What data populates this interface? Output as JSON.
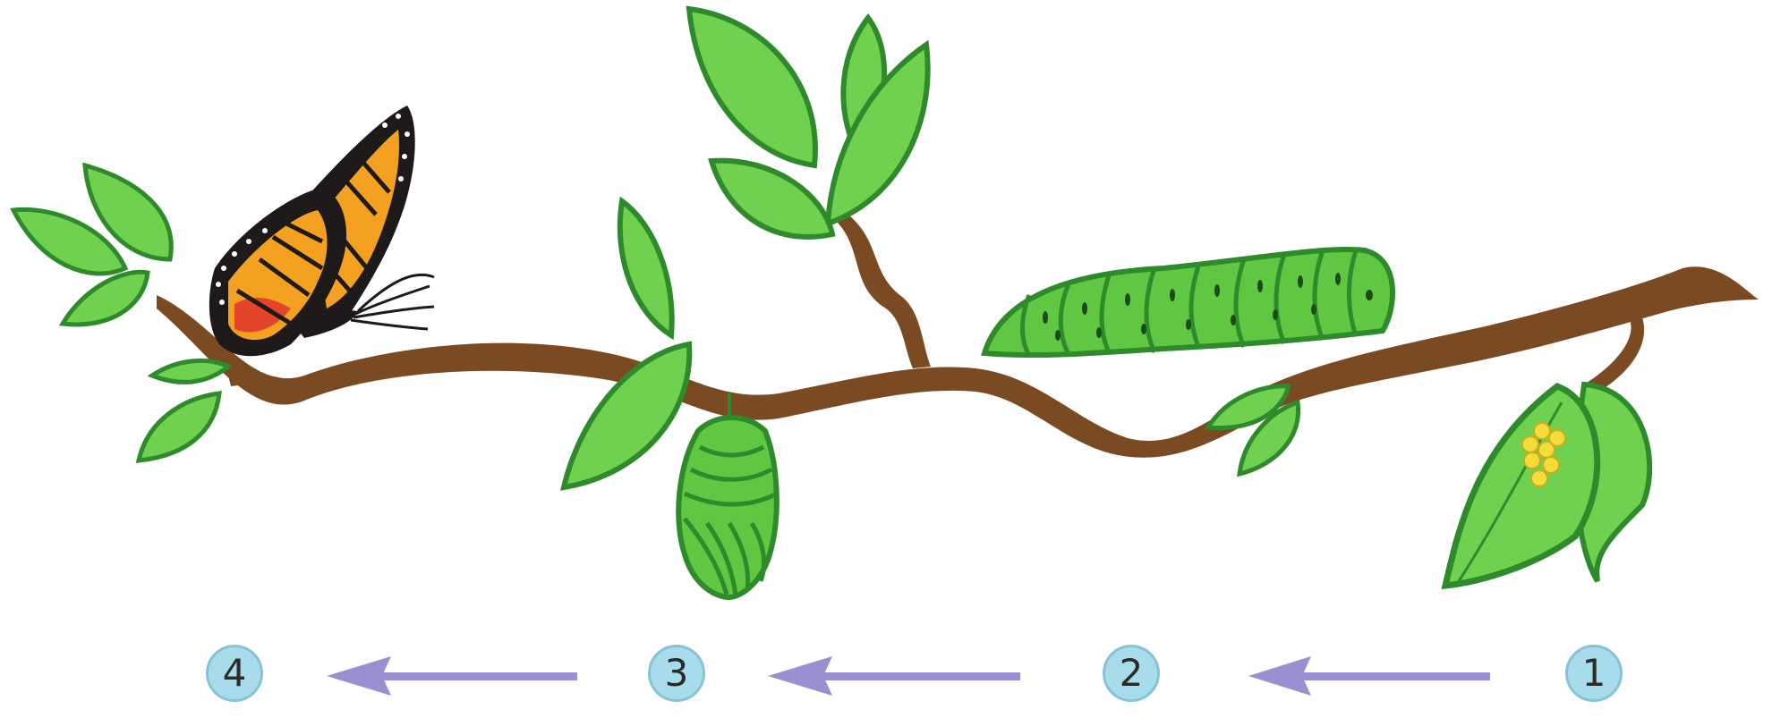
{
  "steps": [
    {
      "number": "4",
      "stage": "butterfly-adult"
    },
    {
      "number": "3",
      "stage": "chrysalis-pupa"
    },
    {
      "number": "2",
      "stage": "caterpillar-larva"
    },
    {
      "number": "1",
      "stage": "eggs-on-leaf"
    }
  ],
  "colors": {
    "leaf_light": "#6fd14f",
    "leaf_dark": "#2f8a2b",
    "branch": "#7a4a22",
    "arrow": "#9a8fd0",
    "badge": "#a9dcea",
    "egg": "#f5dc3a",
    "wing_orange": "#f4a020",
    "wing_black": "#1f1a1a"
  }
}
